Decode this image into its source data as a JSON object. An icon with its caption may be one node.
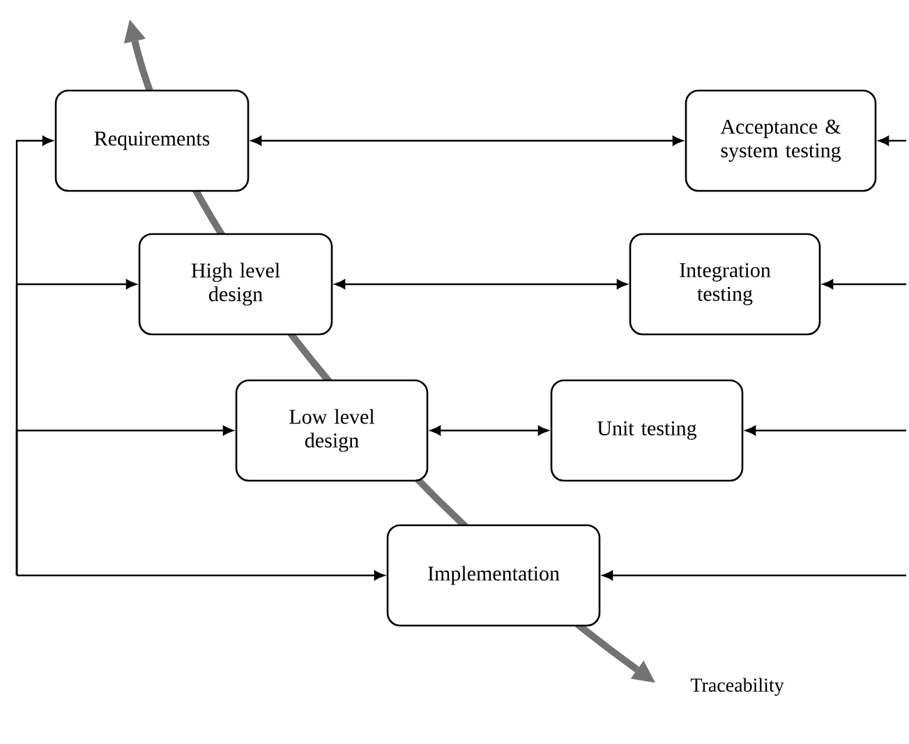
{
  "diagram": {
    "nodes": [
      {
        "text": [
          "Requirements"
        ]
      },
      {
        "text": [
          "Acceptance & system testing"
        ]
      },
      {
        "text": [
          "High level design"
        ]
      },
      {
        "text": [
          "Integration testing"
        ]
      },
      {
        "text": [
          "Low level design"
        ]
      },
      {
        "text": [
          "Unit testing"
        ]
      },
      {
        "text": [
          "Implementation"
        ]
      }
    ],
    "edges": [
      {
        "from": 0,
        "to": 1,
        "arrow": "both"
      },
      {
        "from": 2,
        "to": 3,
        "arrow": "both"
      },
      {
        "from": 4,
        "to": 5,
        "arrow": "both"
      },
      {
        "from": null,
        "to": 0,
        "arrow": "to"
      },
      {
        "from": null,
        "to": 2,
        "arrow": "to"
      },
      {
        "from": null,
        "to": 4,
        "arrow": "to"
      },
      {
        "from": null,
        "to": 6,
        "arrow": "to"
      },
      {
        "from": null,
        "to": 1,
        "arrow": "to"
      },
      {
        "from": null,
        "to": 3,
        "arrow": "to"
      },
      {
        "from": null,
        "to": 5,
        "arrow": "to"
      },
      {
        "from": null,
        "to": 6,
        "arrow": "to"
      }
    ],
    "labels": [
      "Traceability"
    ]
  }
}
